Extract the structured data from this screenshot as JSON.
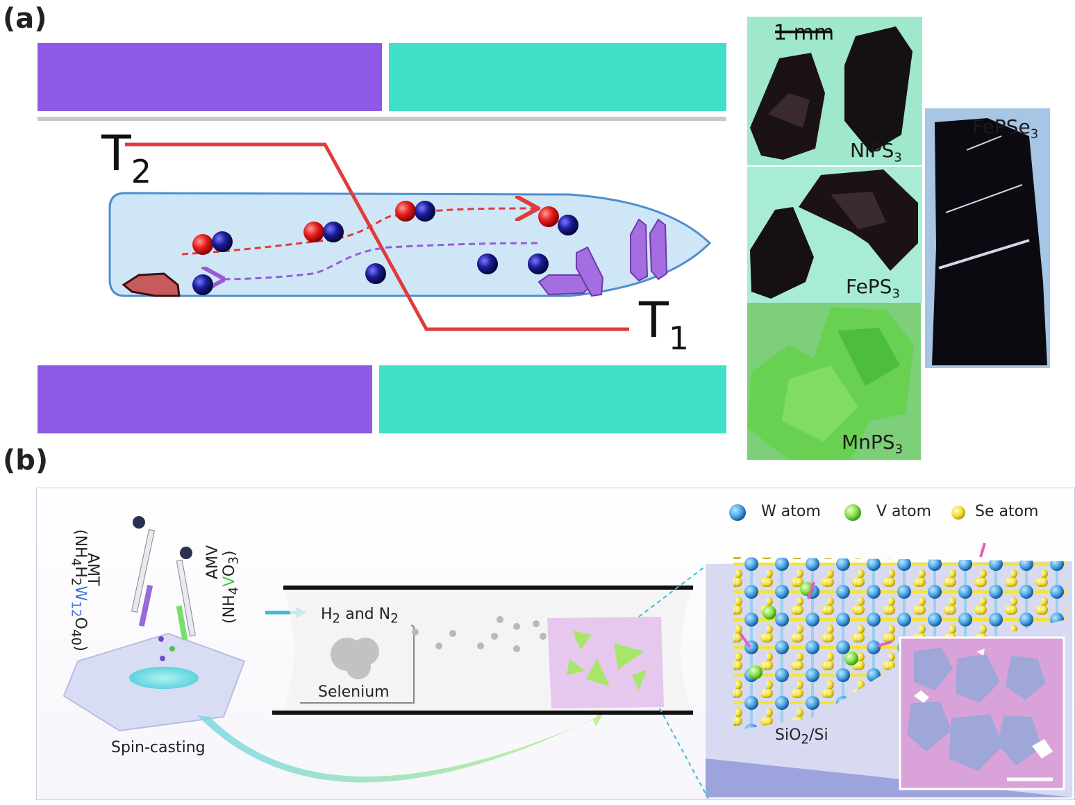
{
  "panel_a": {
    "label": "(a)",
    "t2_main": "T",
    "t2_sub": "2",
    "t1_main": "T",
    "t1_sub": "1",
    "scale_bar": "1 mm",
    "crystals": [
      {
        "main": "NiPS",
        "sub": "3"
      },
      {
        "main": "FePS",
        "sub": "3"
      },
      {
        "main": "MnPS",
        "sub": "3"
      },
      {
        "main": "FePSe",
        "sub": "3"
      }
    ],
    "colors": {
      "hot_zone": "#8e59e6",
      "cold_zone": "#40dfc8",
      "profile": "#e23a3a"
    }
  },
  "panel_b": {
    "label": "(b)",
    "amt_label": "AMT",
    "amt_formula": {
      "a": "(NH",
      "s1": "4",
      "b": "H",
      "s2": "2",
      "w": "W",
      "s3": "12",
      "c": "O",
      "s4": "40",
      "d": ")"
    },
    "amv_label": "AMV",
    "amv_formula": {
      "a": "(NH",
      "s1": "4",
      "v": "V",
      "c": "O",
      "s2": "3",
      "d": ")"
    },
    "spin_casting": "Spin-casting",
    "gas": {
      "main": "H",
      "s1": "2",
      "mid": " and N",
      "s2": "2"
    },
    "selenium": "Selenium",
    "legend": {
      "w": "W atom",
      "v": "V atom",
      "se": "Se atom"
    },
    "substrate": {
      "a": "SiO",
      "s": "2",
      "b": "/Si"
    }
  }
}
